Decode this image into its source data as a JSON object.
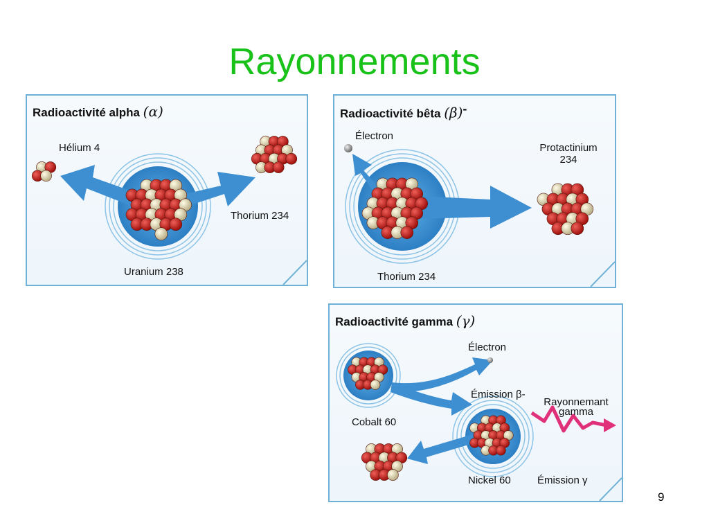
{
  "slide": {
    "title": "Rayonnements",
    "page_number": "9"
  },
  "alpha": {
    "title": "Radioactivité alpha",
    "symbol": "(α)",
    "label_helium": "Hélium 4",
    "label_thorium": "Thorium 234",
    "label_uranium": "Uranium 238"
  },
  "beta": {
    "title": "Radioactivité bêta",
    "symbol": "(β)",
    "superscript": "-",
    "label_electron": "Électron",
    "label_protactinium_line1": "Protactinium",
    "label_protactinium_line2": "234",
    "label_thorium": "Thorium 234"
  },
  "gamma": {
    "title": "Radioactivité gamma",
    "symbol": "(γ)",
    "label_electron": "Électron",
    "label_emission_beta": "Émission β-",
    "label_rayonnement_line1": "Rayonnemant",
    "label_rayonnement_line2": "gamma",
    "label_cobalt": "Cobalt 60",
    "label_nickel": "Nickel 60",
    "label_emission_gamma": "Émission γ"
  },
  "colors": {
    "title_green": "#19c219",
    "panel_border": "#6fb1d6",
    "arrow_blue": "#3d8fd1",
    "proton_red": "#c8201c",
    "neutron_cream": "#ece6c2",
    "gamma_pink": "#e0307a"
  }
}
